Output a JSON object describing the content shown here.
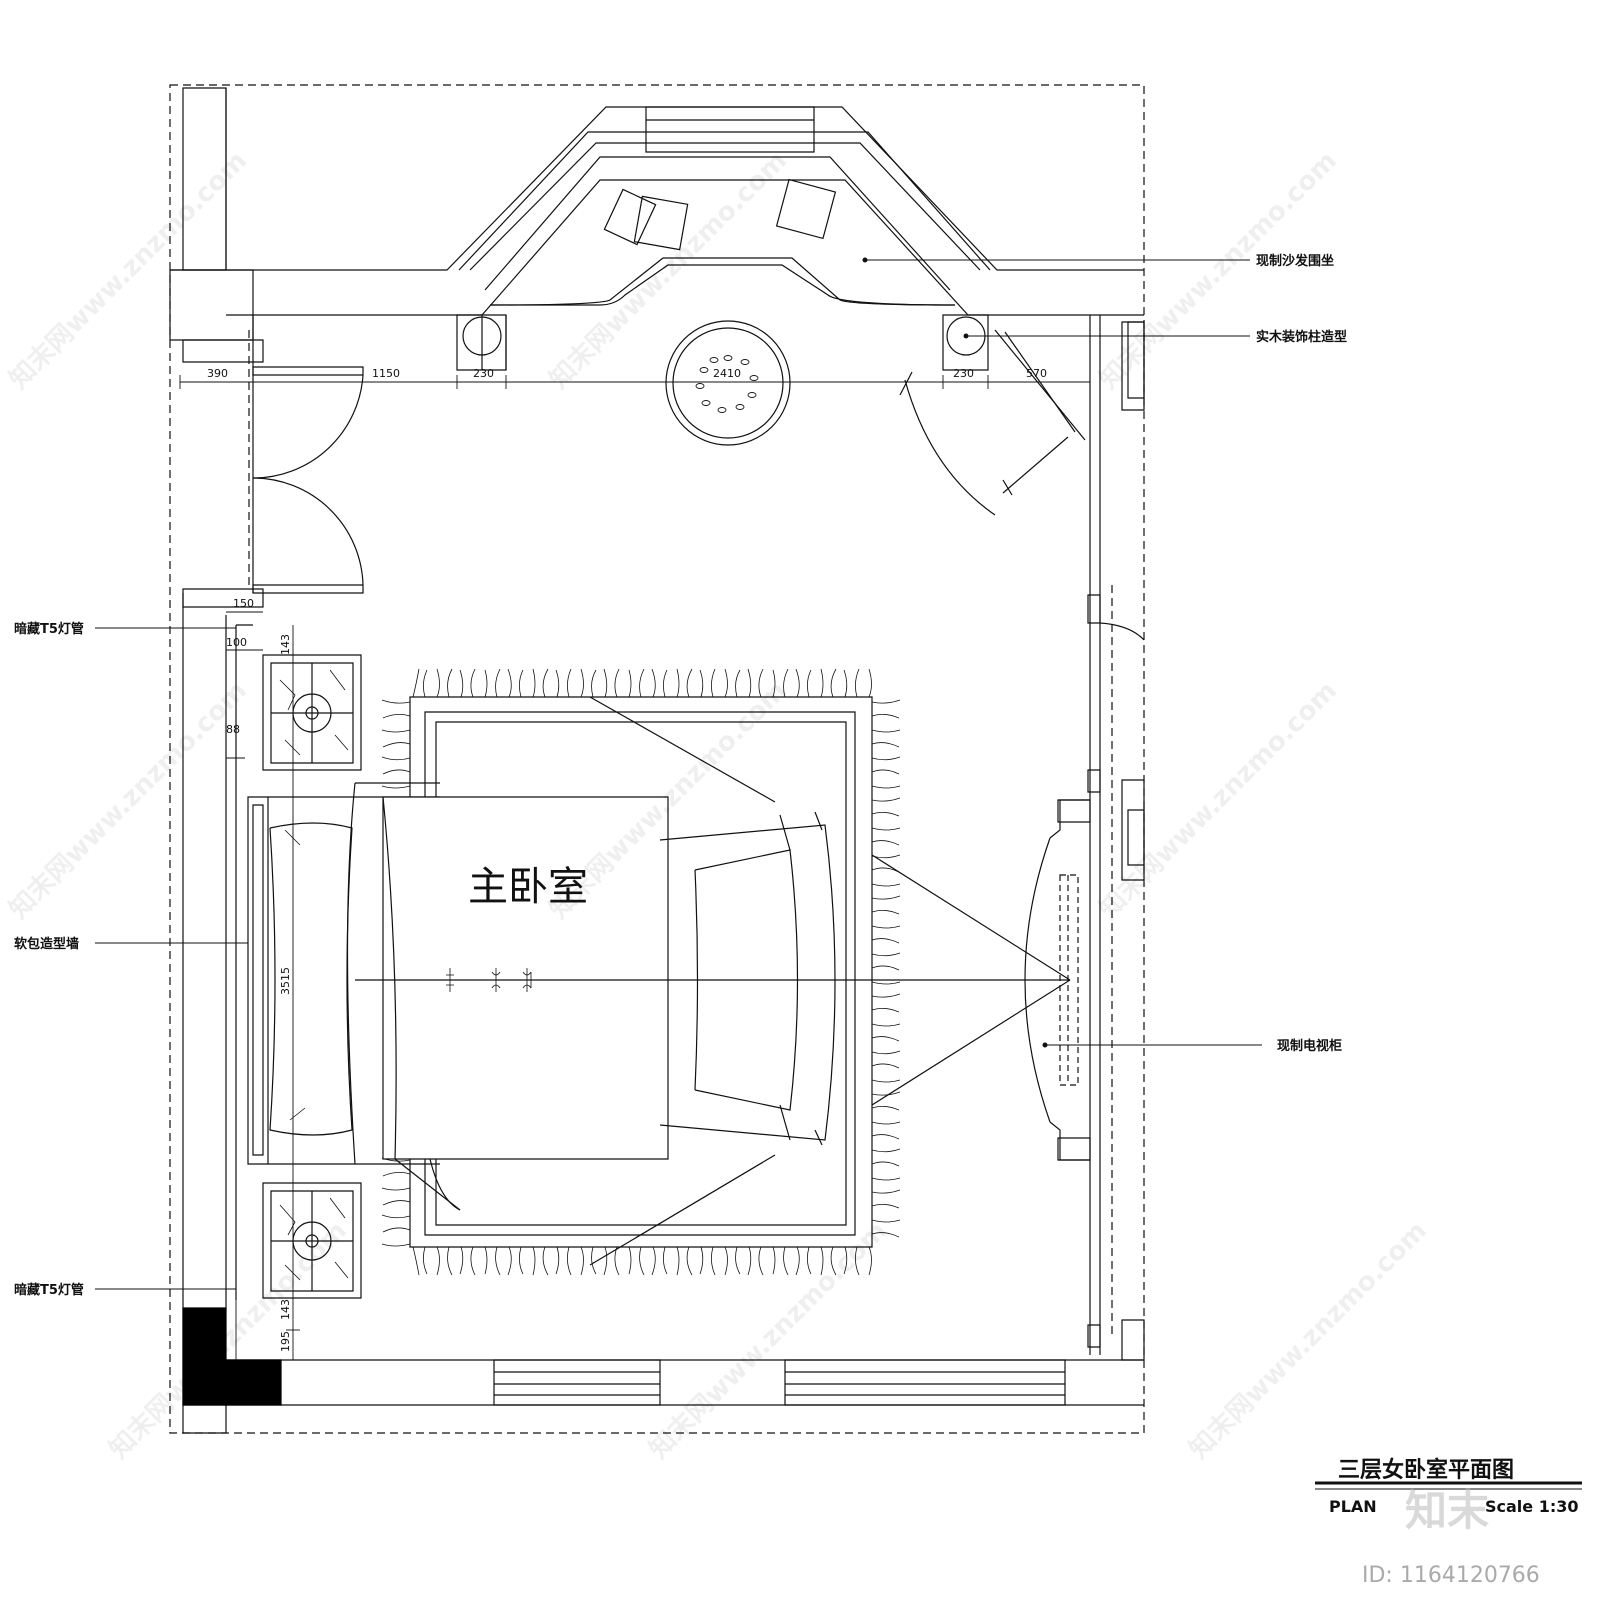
{
  "room_name": "主卧室",
  "callouts": {
    "sofa": "现制沙发围坐",
    "column": "实木装饰柱造型",
    "t5_top": "暗藏T5灯管",
    "soft_wall": "软包造型墙",
    "t5_bottom": "暗藏T5灯管",
    "tv_cabinet": "现制电视柜"
  },
  "dimensions": {
    "d390": "390",
    "d1150": "1150",
    "d230a": "230",
    "d2410": "2410",
    "d230b": "230",
    "d570": "570",
    "d150": "150",
    "d100": "100",
    "d143a": "143",
    "d88": "88",
    "d3515": "3515",
    "d143b": "143",
    "d195": "195"
  },
  "title_block": {
    "title": "三层女卧室平面图",
    "plan": "PLAN",
    "scale": "Scale 1:30"
  },
  "watermark": {
    "text": "知末网www.znzmo.com",
    "logo": "知末",
    "id": "ID: 1164120766"
  }
}
